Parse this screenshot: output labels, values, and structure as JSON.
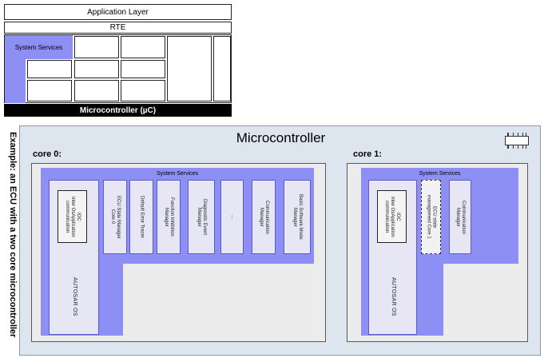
{
  "layer_stack": {
    "application_layer": "Application Layer",
    "rte": "RTE",
    "system_services": "System Services",
    "microcontroller": "Microcontroller (µC)"
  },
  "side_caption": "Example: an ECU with a two core microcontroller",
  "diagram": {
    "title": "Microcontroller",
    "core0": {
      "label": "core 0:",
      "system_services": "System Services",
      "ioc": "IOC\nInter OsApplication\ncommunication",
      "os": "AUTOSAR OS",
      "modules": [
        "ECU State Manager\nCore 0",
        "Default Error Tracer",
        "Function Inhibition\nManager",
        "Diagnostic Event\nManager",
        "...",
        "Communication\nManager",
        "Basic Software Mode\nManager"
      ]
    },
    "core1": {
      "label": "core 1:",
      "system_services": "System Services",
      "ioc": "IOC\nInter OsApplication\ncommunication",
      "os": "AUTOSAR OS",
      "ecu_state": "ECU state\nmanagement Core 1",
      "comm": "Communication\nManager"
    }
  },
  "colors": {
    "system_services": "#8d8ff5",
    "microcontroller_bg": "#dde6ef",
    "core_bg": "#ececec"
  }
}
